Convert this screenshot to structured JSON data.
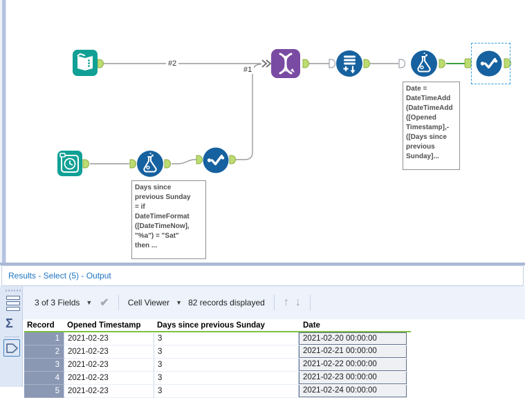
{
  "canvas": {
    "connection_labels": {
      "input_to_join": "#2",
      "branch_to_join": "#1"
    },
    "annotations": {
      "days_since": "Days since\nprevious Sunday\n= if\nDateTimeFormat\n([DateTimeNow],\n\"%a\") = \"Sat\"\nthen ...",
      "date_formula": "Date =\nDateTimeAdd\n(DateTimeAdd\n([Opened\nTimestamp],-\n([Days since\nprevious\nSunday]..."
    },
    "tools": [
      {
        "name": "input-data-tool",
        "icon": "book-icon",
        "color": "#11a095"
      },
      {
        "name": "date-time-now-tool",
        "icon": "clock-icon",
        "color": "#11a095"
      },
      {
        "name": "join-multiple-tool",
        "icon": "dna-icon",
        "color": "#7a4ba3"
      },
      {
        "name": "generate-rows-tool",
        "icon": "rows-plus-arrow-icon",
        "color": "#16619f"
      },
      {
        "name": "formula-tool-upper",
        "icon": "flask-icon",
        "color": "#16619f"
      },
      {
        "name": "select-tool-upper",
        "icon": "check-dots-icon",
        "color": "#16619f",
        "selected": true
      },
      {
        "name": "formula-tool-lower",
        "icon": "flask-icon",
        "color": "#16619f"
      },
      {
        "name": "select-tool-lower",
        "icon": "check-dots-icon",
        "color": "#16619f"
      }
    ],
    "colors": {
      "anchor_green": "#bcdc72",
      "anchor_green_border": "#8fae45",
      "wire_gray": "#999999",
      "wire_selected_green": "#3a9e3c",
      "selection_dash_blue": "#2f9cdb"
    }
  },
  "results": {
    "title": "Results - Select (5) - Output",
    "toolbar": {
      "fields_label": "3 of 3 Fields",
      "cell_viewer_label": "Cell Viewer",
      "records_label": "82 records displayed",
      "icons": [
        "dropdown-caret-icon",
        "apply-check-icon",
        "up-arrow-icon",
        "down-arrow-icon"
      ]
    },
    "sidebar_icons": [
      "table-rows-icon",
      "sigma-icon",
      "polygon-icon"
    ],
    "table": {
      "headers": [
        "Record",
        "Opened Timestamp",
        "Days since previous Sunday",
        "Date"
      ],
      "rows": [
        {
          "record": "1",
          "opened": "2021-02-23",
          "days": "3",
          "date": "2021-02-20 00:00:00"
        },
        {
          "record": "2",
          "opened": "2021-02-23",
          "days": "3",
          "date": "2021-02-21 00:00:00"
        },
        {
          "record": "3",
          "opened": "2021-02-23",
          "days": "3",
          "date": "2021-02-22 00:00:00"
        },
        {
          "record": "4",
          "opened": "2021-02-23",
          "days": "3",
          "date": "2021-02-23 00:00:00"
        },
        {
          "record": "5",
          "opened": "2021-02-23",
          "days": "3",
          "date": "2021-02-24 00:00:00"
        }
      ]
    }
  }
}
